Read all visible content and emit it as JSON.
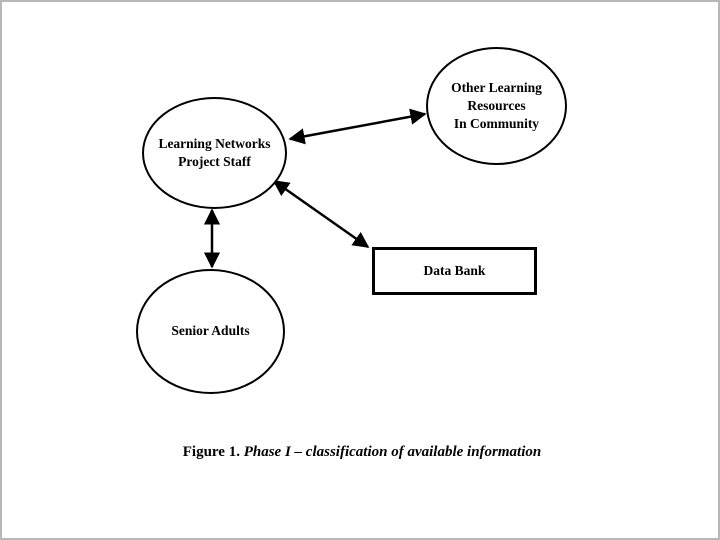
{
  "nodes": {
    "project_staff": {
      "label": "Learning Networks\nProject Staff"
    },
    "other_resources": {
      "label": "Other Learning\nResources\nIn Community"
    },
    "senior_adults": {
      "label": "Senior Adults"
    },
    "data_bank": {
      "label": "Data Bank"
    }
  },
  "edges": [
    {
      "from": "project_staff",
      "to": "other_resources",
      "style": "double-arrow"
    },
    {
      "from": "project_staff",
      "to": "senior_adults",
      "style": "double-arrow"
    },
    {
      "from": "project_staff",
      "to": "data_bank",
      "style": "double-arrow"
    }
  ],
  "caption": {
    "prefix": "Figure 1. ",
    "text": "Phase I – classification of available information"
  },
  "colors": {
    "stroke": "#000000",
    "background": "#ffffff"
  }
}
